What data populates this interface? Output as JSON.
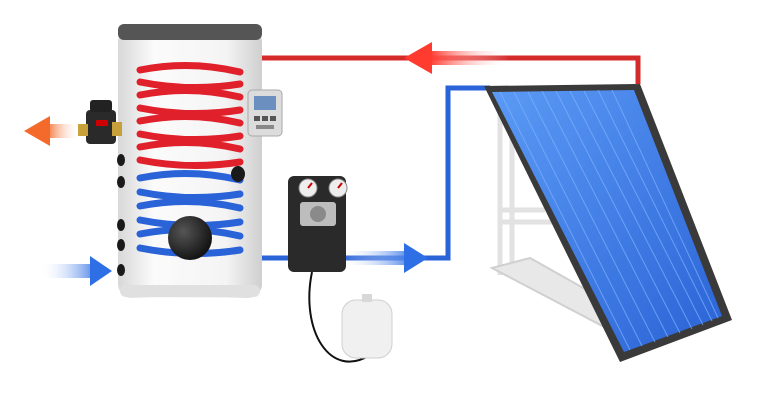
{
  "colors": {
    "hot": "#e0202a",
    "cold": "#2a62d8",
    "hot_arrow": "#f0653a",
    "panel": "#3b7de8",
    "frame": "#3a3a3a",
    "tank": "#f2f2f2"
  },
  "icons": {
    "tank": "storage-tank-icon",
    "controller": "controller-icon",
    "pump": "pump-station-icon",
    "vessel": "expansion-vessel-icon",
    "collector": "solar-collector-icon",
    "mixing_valve": "mixing-valve-icon"
  },
  "flows": [
    {
      "name": "hot-return-arrow",
      "direction": "left"
    },
    {
      "name": "hot-water-out-arrow",
      "direction": "left"
    },
    {
      "name": "cold-water-in-arrow",
      "direction": "right"
    },
    {
      "name": "cold-flow-arrow",
      "direction": "right"
    }
  ]
}
